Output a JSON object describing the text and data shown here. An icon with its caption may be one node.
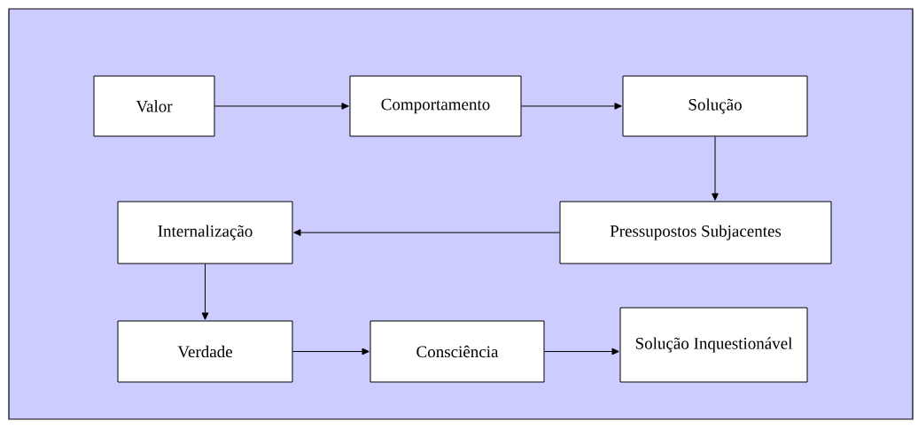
{
  "diagram": {
    "nodes": [
      {
        "text": [
          "Valor"
        ]
      },
      {
        "text": [
          "Comportamento"
        ]
      },
      {
        "text": [
          "Solução"
        ]
      },
      {
        "text": [
          "Pressupostos Subjacentes"
        ]
      },
      {
        "text": [
          "Internalização"
        ]
      },
      {
        "text": [
          "Verdade"
        ]
      },
      {
        "text": [
          "Consciência"
        ]
      },
      {
        "text": [
          "Solução Inquestionável"
        ]
      }
    ],
    "edges": [
      {
        "from": 0,
        "to": 1,
        "arrow": "to"
      },
      {
        "from": 1,
        "to": 2,
        "arrow": "to"
      },
      {
        "from": 2,
        "to": 3,
        "arrow": "to"
      },
      {
        "from": 3,
        "to": 4,
        "arrow": "to"
      },
      {
        "from": 4,
        "to": 5,
        "arrow": "to"
      },
      {
        "from": 5,
        "to": 6,
        "arrow": "to"
      },
      {
        "from": 6,
        "to": 7,
        "arrow": "to"
      }
    ]
  }
}
